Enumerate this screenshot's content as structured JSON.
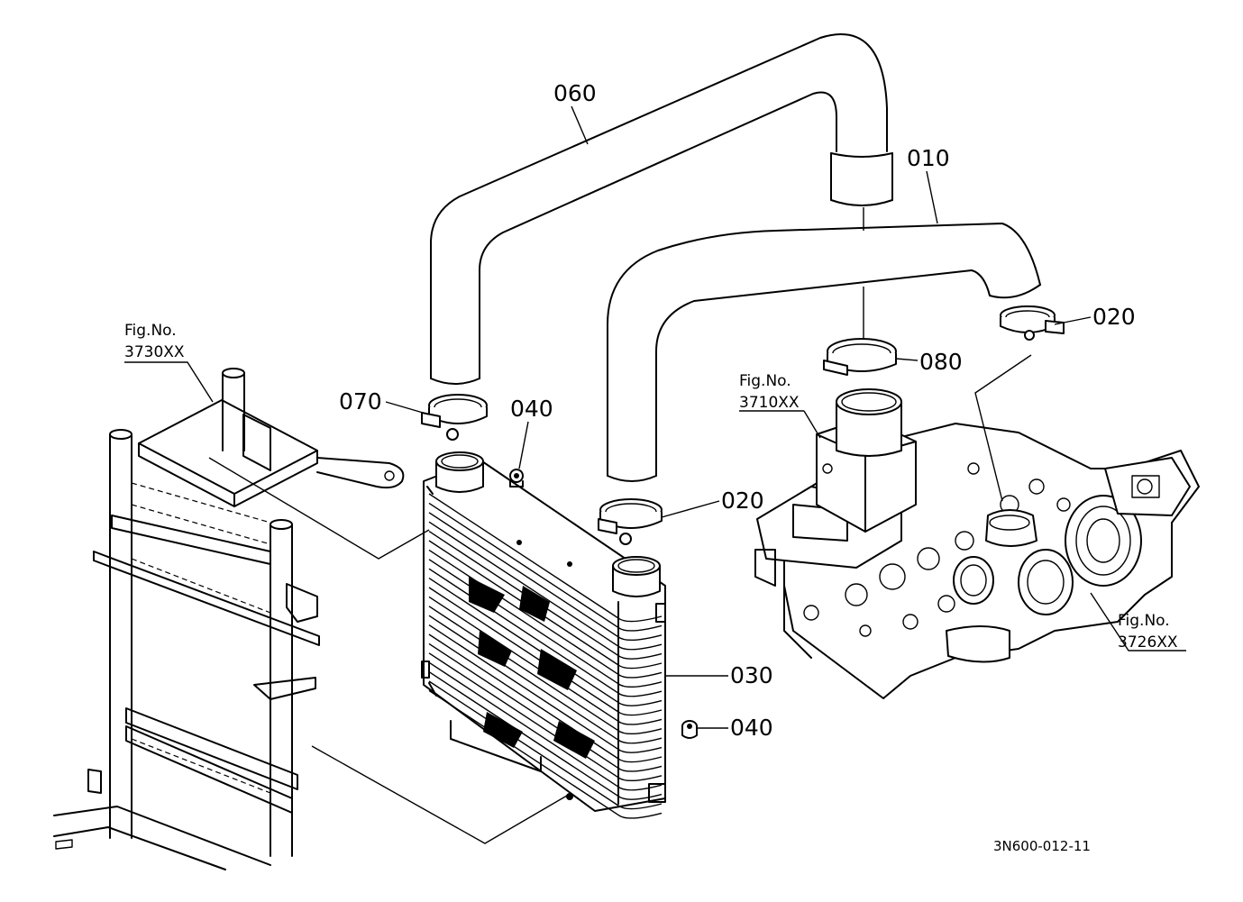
{
  "parts": {
    "p060": "060",
    "p010": "010",
    "p020_top": "020",
    "p080": "080",
    "p070": "070",
    "p040_top": "040",
    "p020_mid": "020",
    "p030": "030",
    "p040_bottom": "040"
  },
  "figure_refs": {
    "frame": {
      "line1": "Fig.No.",
      "line2": "3730XX"
    },
    "manifold": {
      "line1": "Fig.No.",
      "line2": "3710XX"
    },
    "turbo": {
      "line1": "Fig.No.",
      "line2": "3726XX"
    }
  },
  "drawing_code": "3N600-012-11"
}
